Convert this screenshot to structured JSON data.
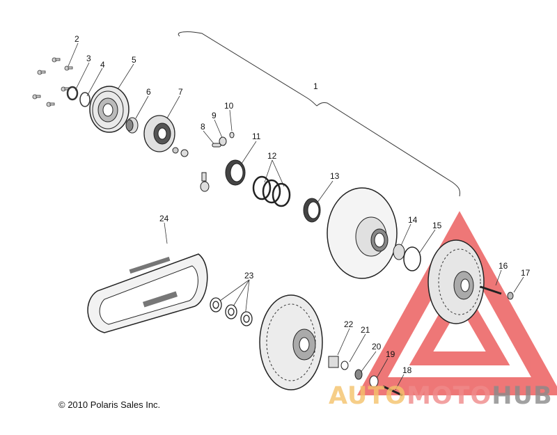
{
  "callouts": [
    {
      "id": "c1",
      "label": "1"
    },
    {
      "id": "c2",
      "label": "2"
    },
    {
      "id": "c3",
      "label": "3"
    },
    {
      "id": "c4",
      "label": "4"
    },
    {
      "id": "c5",
      "label": "5"
    },
    {
      "id": "c6",
      "label": "6"
    },
    {
      "id": "c7",
      "label": "7"
    },
    {
      "id": "c8",
      "label": "8"
    },
    {
      "id": "c9",
      "label": "9"
    },
    {
      "id": "c10",
      "label": "10"
    },
    {
      "id": "c11",
      "label": "11"
    },
    {
      "id": "c12",
      "label": "12"
    },
    {
      "id": "c13",
      "label": "13"
    },
    {
      "id": "c14",
      "label": "14"
    },
    {
      "id": "c15",
      "label": "15"
    },
    {
      "id": "c16",
      "label": "16"
    },
    {
      "id": "c17",
      "label": "17"
    },
    {
      "id": "c18",
      "label": "18"
    },
    {
      "id": "c19",
      "label": "19"
    },
    {
      "id": "c20",
      "label": "20"
    },
    {
      "id": "c21",
      "label": "21"
    },
    {
      "id": "c22",
      "label": "22"
    },
    {
      "id": "c23",
      "label": "23"
    },
    {
      "id": "c24",
      "label": "24"
    }
  ],
  "copyright": "© 2010 Polaris Sales Inc.",
  "watermark": {
    "part1": "AUTO",
    "part2": "MOTO",
    "part3": "HUB",
    "color_auto": "#f5c26b",
    "color_moto": "#f08a8a",
    "color_hub": "#8a8a8a",
    "triangle_color": "#e94a4a"
  }
}
